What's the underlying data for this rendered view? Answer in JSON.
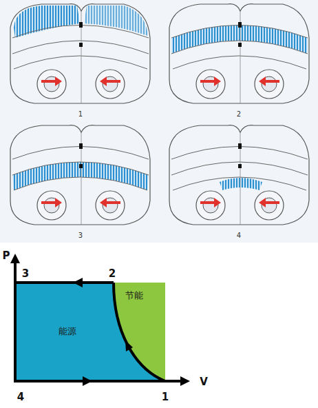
{
  "diagram": {
    "nodes": [
      {
        "text": [
          "节能"
        ]
      },
      {
        "text": [
          "能源"
        ]
      }
    ],
    "labels": [
      "1",
      "2",
      "3",
      "4",
      "P",
      "3",
      "2",
      "4",
      "1",
      "V"
    ]
  }
}
